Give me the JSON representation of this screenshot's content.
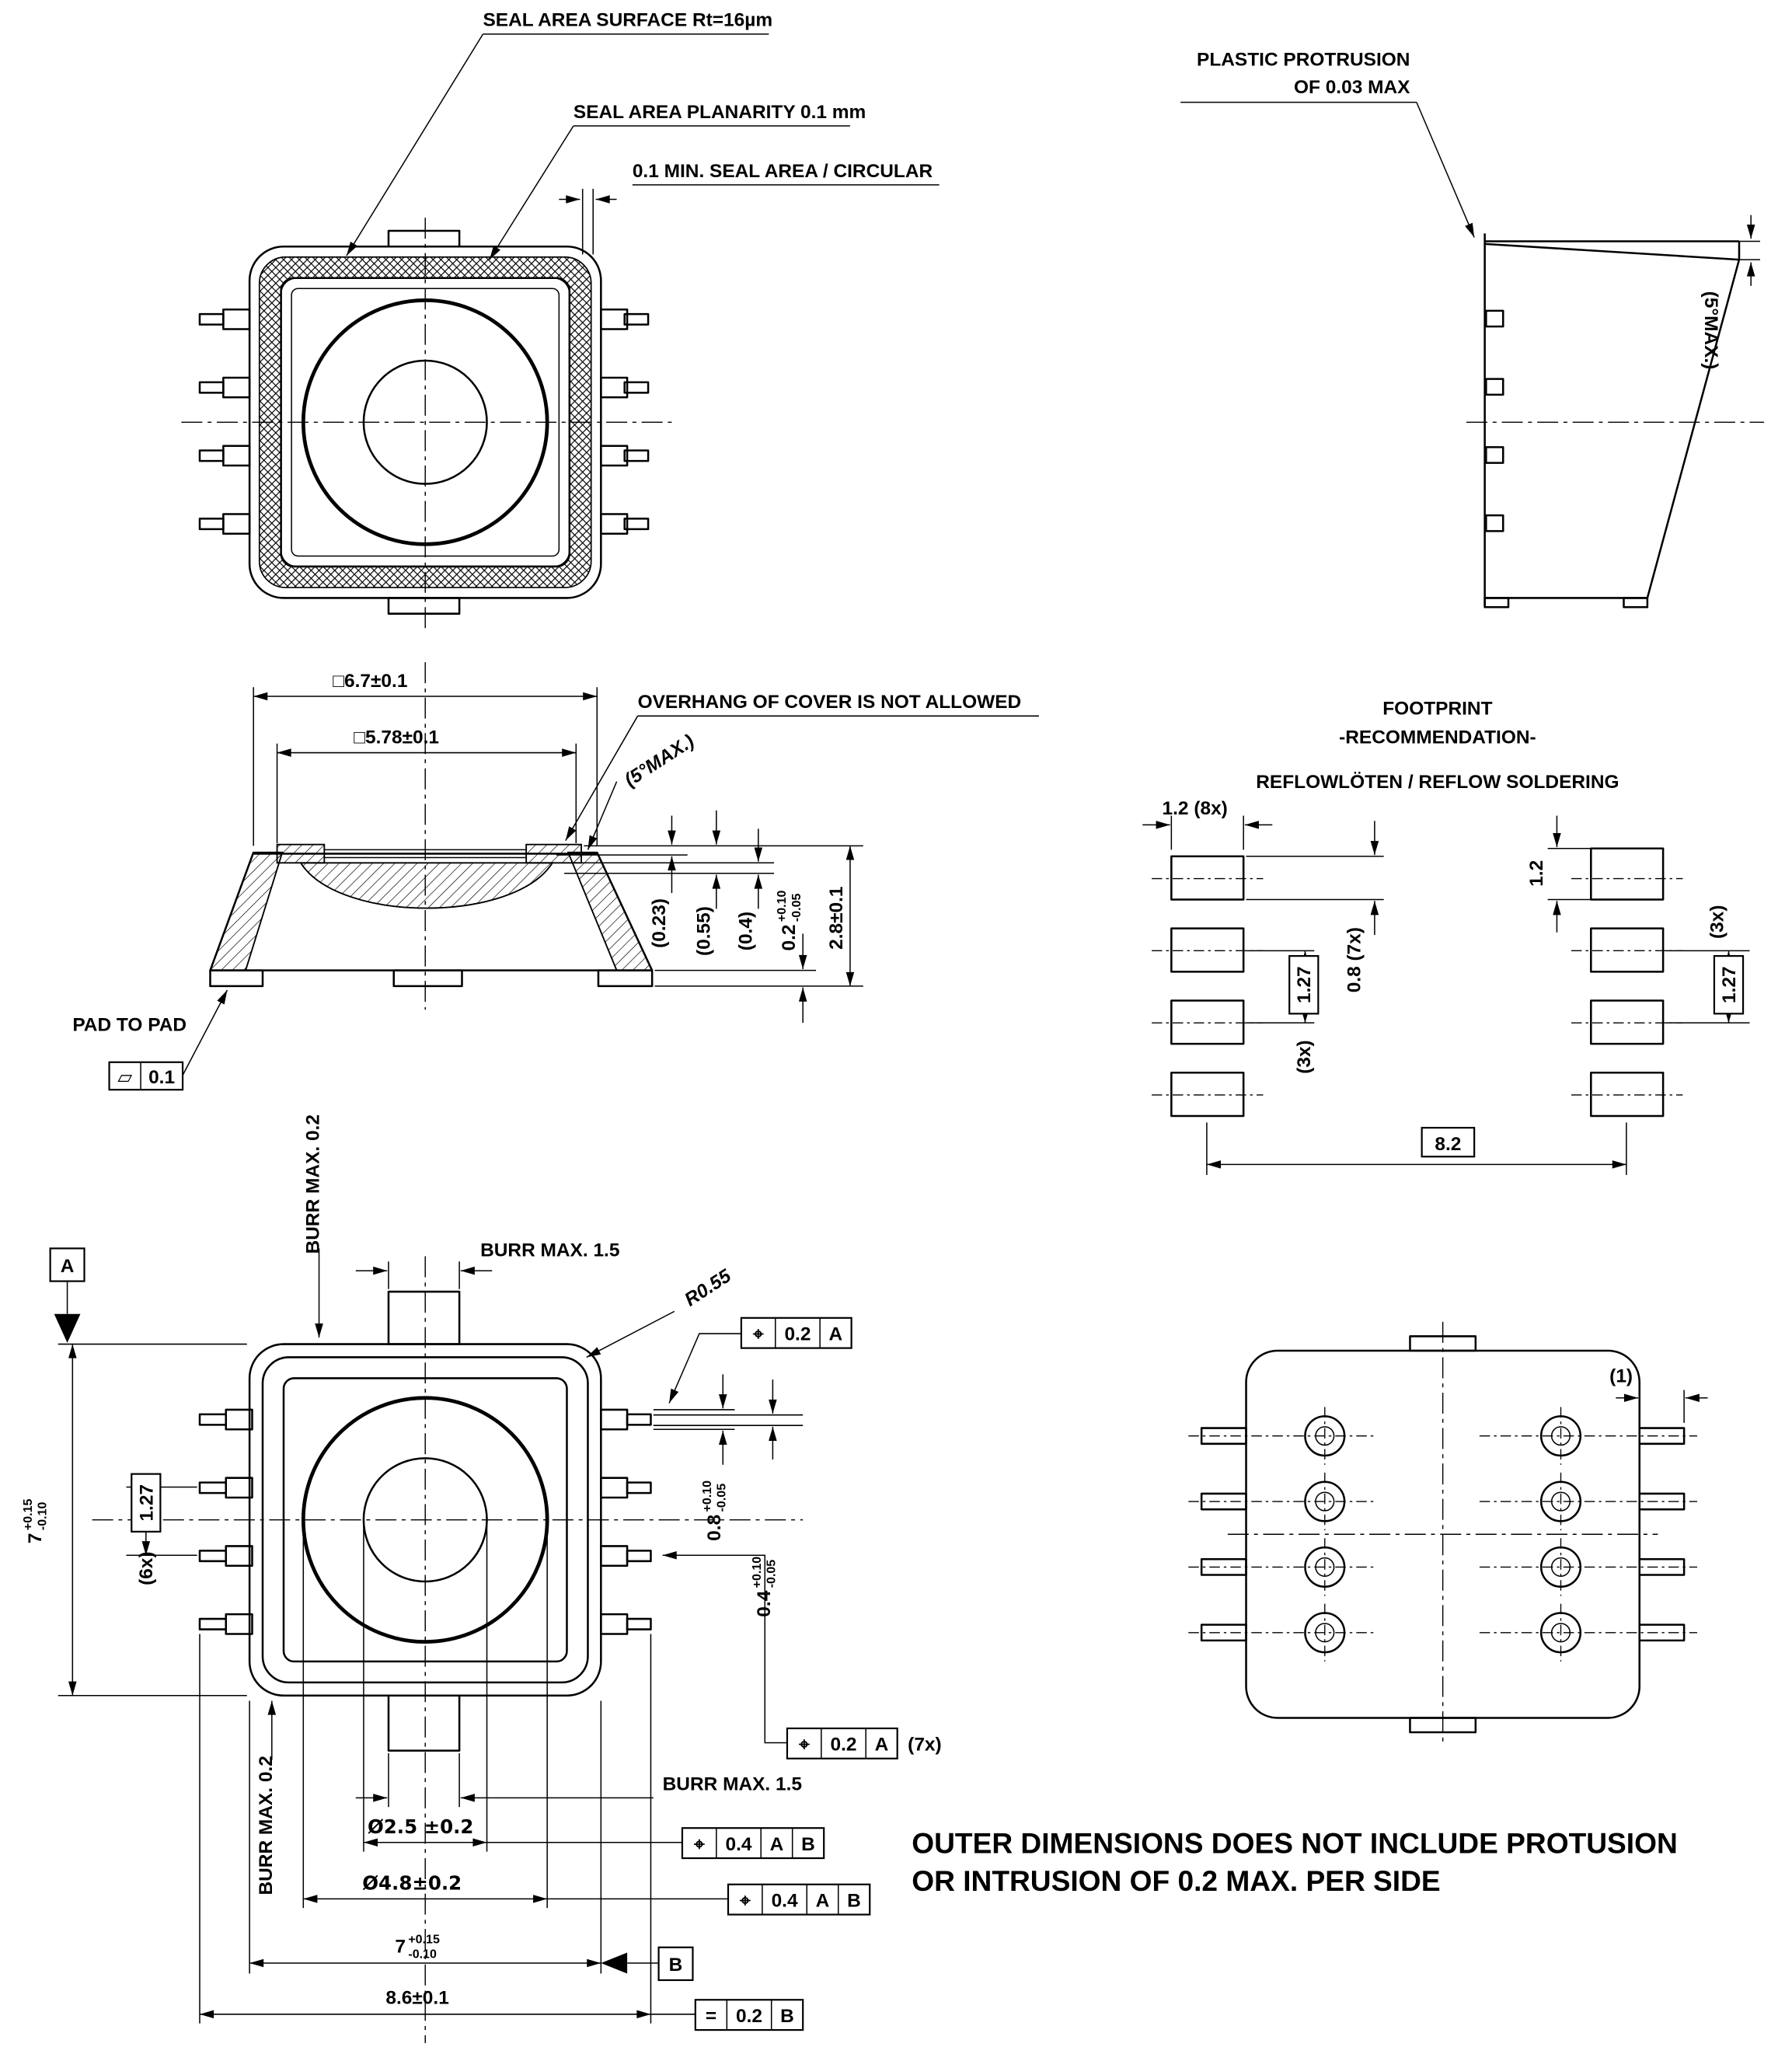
{
  "top_view": {
    "seal_surface": "SEAL AREA SURFACE Rt=16µm",
    "seal_planarity": "SEAL AREA PLANARITY 0.1 mm",
    "seal_area_min": "0.1 MIN.  SEAL AREA / CIRCULAR"
  },
  "side_view": {
    "protrusion_line1": "PLASTIC PROTRUSION",
    "protrusion_line2": "OF 0.03 MAX",
    "max_angle": "(5°MAX.)"
  },
  "section_view": {
    "dim_body": "□6.7±0.1",
    "dim_cavity": "□5.78±0.1",
    "overhang_note": "OVERHANG OF COVER IS NOT ALLOWED",
    "max_angle": "(5°MAX.)",
    "dim_023": "(0.23)",
    "dim_055": "(0.55)",
    "dim_04": "(0.4)",
    "dim_pad_h": "0.2",
    "dim_pad_h_plus": "+0.10",
    "dim_pad_h_minus": "-0.05",
    "dim_total_h": "2.8±0.1",
    "pad_to_pad": "PAD TO PAD",
    "flatness_symbol": "▱",
    "flatness_value": "0.1"
  },
  "footprint": {
    "title": "FOOTPRINT",
    "subtitle": "-RECOMMENDATION-",
    "soldering": "REFLOWLÖTEN / REFLOW SOLDERING",
    "pad_width": "1.2 (8x)",
    "pad_height": "0.8 (7x)",
    "pitch_left": "1.27",
    "pitch_left_qty": "(3x)",
    "pad1_height": "1.2",
    "pitch_right": "1.27",
    "pitch_right_qty": "(3x)",
    "span": "8.2"
  },
  "dim_view": {
    "datum_a": "A",
    "datum_b": "B",
    "burr_top": "BURR MAX. 0.2",
    "burr_top_15": "BURR MAX. 1.5",
    "corner_radius": "R0.55",
    "fcf_pin1": {
      "sym": "⌖",
      "tol": "0.2",
      "datum": "A"
    },
    "pitch": "1.27",
    "pitch_qty": "(6x)",
    "height": "7",
    "height_plus": "+0.15",
    "height_minus": "-0.10",
    "lead_w": "0.8",
    "lead_w_plus": "+0.10",
    "lead_w_minus": "-0.05",
    "lead_t": "0.4",
    "lead_t_plus": "+0.10",
    "lead_t_minus": "-0.05",
    "fcf_leads": {
      "sym": "⌖",
      "tol": "0.2",
      "datum": "A",
      "qty": "(7x)"
    },
    "burr_bot": "BURR MAX. 0.2",
    "burr_bot_15": "BURR MAX. 1.5",
    "dia_inner": "Ø2.5 ±0.2",
    "fcf_inner": {
      "sym": "⌖",
      "tol": "0.4",
      "datum1": "A",
      "datum2": "B"
    },
    "dia_outer": "Ø4.8±0.2",
    "fcf_outer": {
      "sym": "⌖",
      "tol": "0.4",
      "datum1": "A",
      "datum2": "B"
    },
    "width": "7",
    "width_plus": "+0.15",
    "width_minus": "-0.10",
    "span": "8.6±0.1",
    "fcf_symmetry": {
      "sym": "=",
      "tol": "0.2",
      "datum": "B"
    }
  },
  "bottom_view": {
    "pin1_label": "(1)"
  },
  "note": {
    "line1": "OUTER DIMENSIONS DOES NOT INCLUDE PROTUSION",
    "line2": "OR INTRUSION OF 0.2 MAX. PER SIDE"
  }
}
